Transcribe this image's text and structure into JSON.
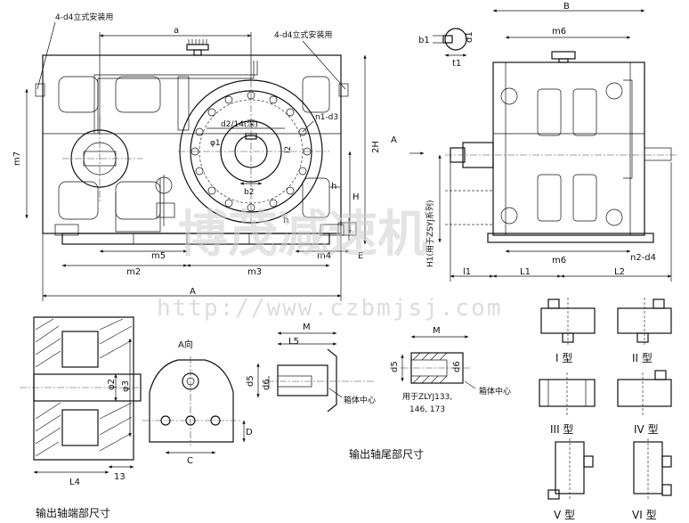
{
  "labels": {
    "a": "a",
    "mount_left": "4-d4立式安装用",
    "mount_right": "4-d4立式安装用",
    "B": "B",
    "b1": "b1",
    "d1": "d1",
    "t1": "t1",
    "m6_top": "m6",
    "d2_14": "d2/14(深)",
    "phi1": "φ1",
    "n1_d3": "n1-d3",
    "l2": "l2",
    "b2": "b2",
    "m7": "m7",
    "twoH": "2H",
    "A_arrow": "A",
    "h": "h",
    "H": "H",
    "H1": "H1(用于ZSYJ系列)",
    "m5": "m5",
    "m4": "m4",
    "E": "E",
    "m2": "m2",
    "m3": "m3",
    "A_total": "A",
    "l1": "l1",
    "L1": "L1",
    "m6_bot": "m6",
    "n2_d4": "n2-d4",
    "L2": "L2",
    "A_view": "A向",
    "M1": "M",
    "L5": "L5",
    "d5a": "d5",
    "d6a": "d6",
    "box_center_1": "箱体中心",
    "M2": "M",
    "d5b": "d5",
    "d6b": "d6",
    "box_center_2": "箱体中心",
    "zlyj": "用于ZLYJ133,",
    "zlyj2": "146, 173",
    "phi2": "φ2",
    "phi3": "φ3",
    "D": "D",
    "C": "C",
    "num13": "13",
    "L4": "L4",
    "out_end": "输出轴端部尺寸",
    "out_tail": "输出轴尾部尺寸",
    "type1": "I 型",
    "type2": "II 型",
    "type3": "III 型",
    "type4": "IV 型",
    "type5": "V 型",
    "type6": "VI 型"
  },
  "watermark": {
    "logo": "博茂减速机",
    "url": "http://www.czbmjsj.com"
  }
}
